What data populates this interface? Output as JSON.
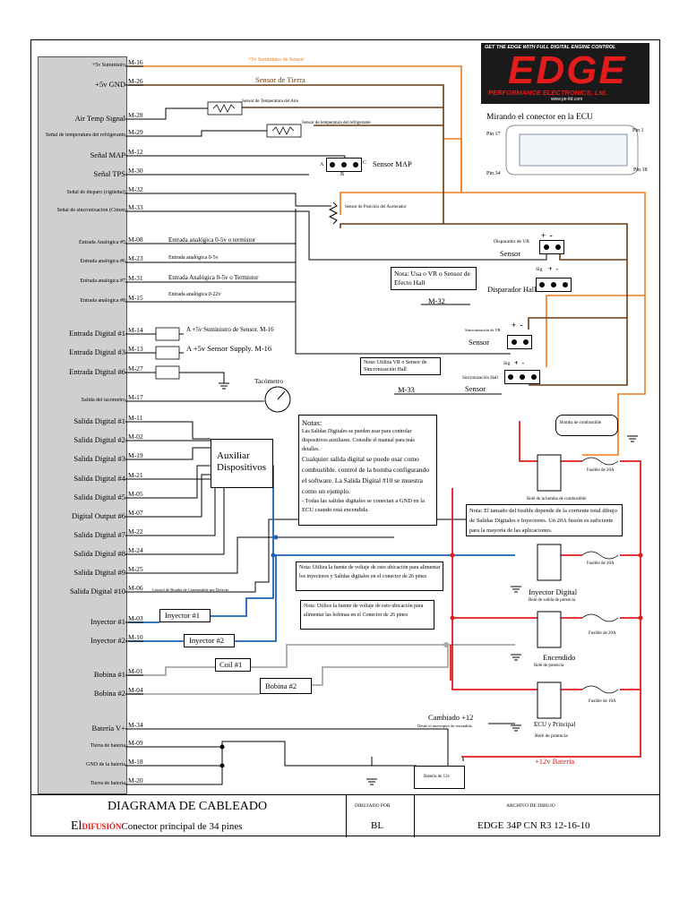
{
  "pins": [
    {
      "label": "+5v Suministro",
      "pin": "M-16",
      "size": "sm"
    },
    {
      "label": "+5v GND",
      "pin": "M-26",
      "size": "md"
    },
    {
      "label": "Air Temp Signal",
      "pin": "M-28",
      "size": "md"
    },
    {
      "label": "Señal de temperatura del refrigerante",
      "pin": "M-29",
      "size": "sm"
    },
    {
      "label": "Señal MAP",
      "pin": "M-12",
      "size": "md"
    },
    {
      "label": "Señal TPS",
      "pin": "M-30",
      "size": "md"
    },
    {
      "label": "Señal de disparo (cigüeñal)",
      "pin": "M-32",
      "size": "sm"
    },
    {
      "label": "Señal de sincronización (Cimen",
      "pin": "M-33",
      "size": "sm"
    },
    {
      "label": "Entrada Analógica #5",
      "pin": "M-08",
      "size": "sm"
    },
    {
      "label": "Entrada analógica #6",
      "pin": "M-23",
      "size": "sm"
    },
    {
      "label": "Entrada analógica #7",
      "pin": "M-31",
      "size": "sm"
    },
    {
      "label": "Entrada analógica #8",
      "pin": "M-15",
      "size": "sm"
    },
    {
      "label": "Entrada Digital #1",
      "pin": "M-14",
      "size": "md"
    },
    {
      "label": "Entrada Digital #3",
      "pin": "M-13",
      "size": "md"
    },
    {
      "label": "Entrada Digital #6",
      "pin": "M-27",
      "size": "md"
    },
    {
      "label": "Salida del tacómetro",
      "pin": "M-17",
      "size": "sm"
    },
    {
      "label": "Salida Digital #1",
      "pin": "M-11",
      "size": "md"
    },
    {
      "label": "Salida Digital #2",
      "pin": "M-02",
      "size": "md"
    },
    {
      "label": "Salida Digital #3",
      "pin": "M-19",
      "size": "md"
    },
    {
      "label": "Salida Digital #4",
      "pin": "M-21",
      "size": "md"
    },
    {
      "label": "Salida Digital #5",
      "pin": "M-05",
      "size": "md"
    },
    {
      "label": "Digital Output #6",
      "pin": "M-07",
      "size": "md"
    },
    {
      "label": "Salida Digital #7",
      "pin": "M-22",
      "size": "md"
    },
    {
      "label": "Salida Digital #8",
      "pin": "M-24",
      "size": "md"
    },
    {
      "label": "Salida Digital #9",
      "pin": "M-25",
      "size": "md"
    },
    {
      "label": "Salida Digital #10",
      "pin": "M-06",
      "size": "md"
    },
    {
      "label": "Inyector #1",
      "pin": "M-03",
      "size": "md"
    },
    {
      "label": "Inyector #2",
      "pin": "M-10",
      "size": "md"
    },
    {
      "label": "Bobina #1",
      "pin": "M-01",
      "size": "md"
    },
    {
      "label": "Bobina #2",
      "pin": "M-04",
      "size": "md"
    },
    {
      "label": "Batería V+",
      "pin": "M-34",
      "size": "md"
    },
    {
      "label": "Tierra de batería",
      "pin": "M-09",
      "size": "sm"
    },
    {
      "label": "GND de la batería",
      "pin": "M-18",
      "size": "sm"
    },
    {
      "label": "Tierra de batería",
      "pin": "M-20",
      "size": "sm"
    }
  ],
  "labels": {
    "sensor_supply": "+5v Suministro de Sensor",
    "sensor_ground": "Sensor de Tierra",
    "air_temp_sensor": "Sensor de Temperatura del Aire",
    "coolant_sensor": "Sensor de temperatura del refrigerante",
    "map_sensor": "Sensor MAP",
    "map_a": "A",
    "map_b": "B",
    "map_c": "C",
    "tps_sensor": "Sensor de Posición del Acelerador",
    "analog_1": "Entrada analógica 0-5v o termistor",
    "analog_2": "Entrada analógica 0-5v",
    "analog_3": "Entrada Analógica 0-5v o Termistor",
    "analog_4": "Entrada analógica 0-22v",
    "digital_in_1": "A +5v Suministro de Sensor. M-16",
    "digital_in_2": "A +5v Sensor Supply. M-16",
    "tacho": "Tacómetro",
    "aux_devices": "Auxiliar Dispositivos",
    "fuel_pump_control": "Control de Bomba de Combustible por Defecto",
    "injector_1": "Inyector #1",
    "injector_2": "Inyector #2",
    "coil_1": "Coil #1",
    "coil_2": "Bobina #2",
    "connector_title": "Mirando el conector en la ECU",
    "pin17": "Pin 17",
    "pin1": "Pin 1",
    "pin34": "Pin 34",
    "pin18": "Pin 18",
    "vr_trigger": "Disparador de VR",
    "vr_sensor": "Sensor",
    "note_vr": "Nota: Usa o VR o Sensor de Efecto Hall",
    "hall_trigger": "Disparador Hall",
    "sig": "Sig",
    "m32": "M-32",
    "vr_sync": "Sincronización de VR",
    "sync_sensor": "Sensor",
    "note_sync": "Nota: Utiliza VR o Sensor de Sincronización Hall",
    "hall_sync": "Sincronización Hall",
    "m33": "M-33",
    "fuel_pump": "Bomba de combustible",
    "notes_title": "Notas:",
    "notes_1": "Las Salidas Digitales se pueden usar para controlar dispositivos auxiliares. Consulte el manual para más detalles.",
    "notes_2": "Cualquier salida digital se puede usar como combustible. control de la bomba configurando el software. La Salida Digital #10 se muestra como un ejemplo.",
    "notes_3": "- Todas las salidas digitales se conectan a GND en la ECU cuando está encendida.",
    "fuse_20a_1": "Fusible de 20A",
    "pump_relay": "Relé de la bomba de combustible",
    "note_fuse": "Nota: El tamaño del fusible depende de la corriente total dibujo de Salidas Digitales e Inyectores. Un 20A fusión es suficiente para la mayoría de las aplicaciones.",
    "fuse_20a_2": "Fusible de 20A",
    "injector_digital": "Inyector Digital",
    "power_relay_1": "Relé de salida de potencia",
    "note_inj": "Nota: Utiliza la fuente de voltaje de esto ubicación para alimentar los inyectores y Salidas digitales en el conector de 26 pines",
    "note_coil": "Nota: Utilice la fuente de voltaje de esto ubicación para alimentar las bobinas en el Conector de 26 pines",
    "fuse_20a_3": "Fusible de 20A",
    "ignition": "Encendido",
    "power_relay_2": "Relé de potencia",
    "fuse_10a": "Fusible de 10A",
    "switched_12": "Cambiado +12",
    "from_ignition": "Desde el interruptor de encendido",
    "ecu_main": "ECU y Principal",
    "power_relay_3": "Relé de potencia",
    "battery": "Batería de 12v",
    "battery_12v": "+12v Batería"
  },
  "title_block": {
    "title": "DIAGRAMA DE CABLEADO",
    "subtitle_prefix": "El",
    "subtitle_logo": "DIFUSIÓN",
    "subtitle_rest": "Conector principal de 34 pines",
    "drawn_by_label": "DIBUJADO POR",
    "drawn_by": "BL",
    "file_label": "ARCHIVO DE DIBUJO",
    "file": "EDGE 34P CN R3 12-16-10"
  },
  "logo": {
    "tagline": "GET THE EDGE WITH FULL DIGITAL ENGINE CONTROL",
    "brand": "EDGE",
    "company": "PERFORMANCE ELECTRONICS, Ltd.",
    "url": "www.pe-ltd.com"
  },
  "colors": {
    "orange": "#f07a1a",
    "brown": "#6b3a10",
    "blue": "#1c63b4",
    "red": "#e21b1b",
    "gray": "#a8a8a8",
    "black": "#000000"
  }
}
